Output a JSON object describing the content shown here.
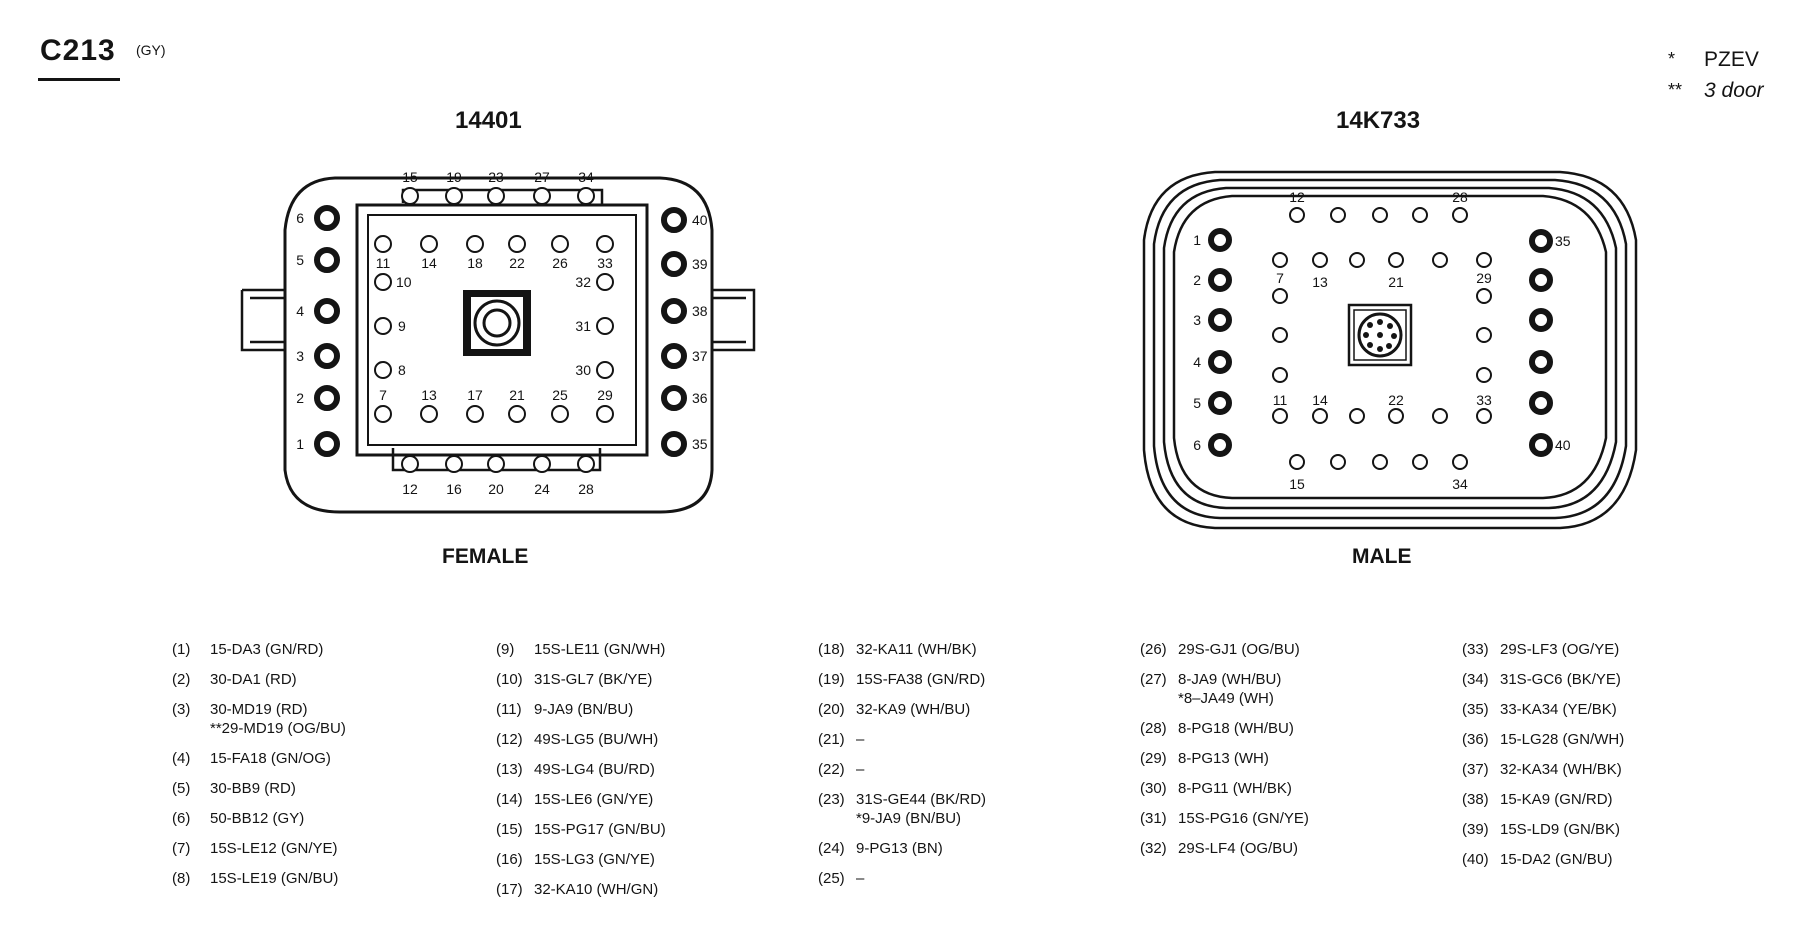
{
  "header": {
    "connector_id": "C213",
    "color_code": "(GY)"
  },
  "notes": [
    {
      "mark": "*",
      "text": "PZEV"
    },
    {
      "mark": "**",
      "text": "3 door"
    }
  ],
  "female_connector": {
    "part_number": "14401",
    "gender": "FEMALE",
    "outer_left_pins": [
      "6",
      "5",
      "4",
      "3",
      "2",
      "1"
    ],
    "outer_right_pins": [
      "40",
      "39",
      "38",
      "37",
      "36",
      "35"
    ],
    "top_pins": [
      "15",
      "19",
      "23",
      "27",
      "34"
    ],
    "bottom_pins": [
      "12",
      "16",
      "20",
      "24",
      "28"
    ],
    "inner_top_pins": [
      "11",
      "14",
      "18",
      "22",
      "26",
      "33"
    ],
    "inner_left_pins": [
      "10",
      "9",
      "8"
    ],
    "inner_right_pins": [
      "32",
      "31",
      "30"
    ],
    "inner_bottom_pins": [
      "7",
      "13",
      "17",
      "21",
      "25",
      "29"
    ]
  },
  "male_connector": {
    "part_number": "14K733",
    "gender": "MALE",
    "left_pins": [
      "1",
      "2",
      "3",
      "4",
      "5",
      "6"
    ],
    "right_top_pin": "35",
    "right_bottom_pin": "40",
    "top_labels": [
      "12",
      "28"
    ],
    "inner_top_labels": [
      "7",
      "13",
      "21",
      "29"
    ],
    "inner_bottom_labels": [
      "11",
      "14",
      "22",
      "33"
    ],
    "bottom_labels": [
      "15",
      "34"
    ]
  },
  "pinout": [
    [
      {
        "num": "(1)",
        "circuit": "15-DA3 (GN/RD)"
      },
      {
        "num": "(2)",
        "circuit": "30-DA1 (RD)"
      },
      {
        "num": "(3)",
        "circuit": "30-MD19 (RD)",
        "alt": "**29-MD19 (OG/BU)"
      },
      {
        "num": "(4)",
        "circuit": "15-FA18 (GN/OG)"
      },
      {
        "num": "(5)",
        "circuit": "30-BB9 (RD)"
      },
      {
        "num": "(6)",
        "circuit": "50-BB12 (GY)"
      },
      {
        "num": "(7)",
        "circuit": "15S-LE12 (GN/YE)"
      },
      {
        "num": "(8)",
        "circuit": "15S-LE19 (GN/BU)"
      }
    ],
    [
      {
        "num": "(9)",
        "circuit": "15S-LE11 (GN/WH)"
      },
      {
        "num": "(10)",
        "circuit": "31S-GL7 (BK/YE)"
      },
      {
        "num": "(11)",
        "circuit": "9-JA9 (BN/BU)"
      },
      {
        "num": "(12)",
        "circuit": "49S-LG5 (BU/WH)"
      },
      {
        "num": "(13)",
        "circuit": "49S-LG4 (BU/RD)"
      },
      {
        "num": "(14)",
        "circuit": "15S-LE6 (GN/YE)"
      },
      {
        "num": "(15)",
        "circuit": "15S-PG17 (GN/BU)"
      },
      {
        "num": "(16)",
        "circuit": "15S-LG3 (GN/YE)"
      },
      {
        "num": "(17)",
        "circuit": "32-KA10 (WH/GN)"
      }
    ],
    [
      {
        "num": "(18)",
        "circuit": "32-KA11 (WH/BK)"
      },
      {
        "num": "(19)",
        "circuit": "15S-FA38 (GN/RD)"
      },
      {
        "num": "(20)",
        "circuit": "32-KA9 (WH/BU)"
      },
      {
        "num": "(21)",
        "circuit": "–"
      },
      {
        "num": "(22)",
        "circuit": "–"
      },
      {
        "num": "(23)",
        "circuit": "31S-GE44 (BK/RD)",
        "alt": "*9-JA9 (BN/BU)"
      },
      {
        "num": "(24)",
        "circuit": "9-PG13 (BN)"
      },
      {
        "num": "(25)",
        "circuit": "–"
      }
    ],
    [
      {
        "num": "(26)",
        "circuit": "29S-GJ1 (OG/BU)"
      },
      {
        "num": "(27)",
        "circuit": "8-JA9 (WH/BU)",
        "alt": "*8–JA49 (WH)"
      },
      {
        "num": "(28)",
        "circuit": "8-PG18 (WH/BU)"
      },
      {
        "num": "(29)",
        "circuit": "8-PG13 (WH)"
      },
      {
        "num": "(30)",
        "circuit": "8-PG11 (WH/BK)"
      },
      {
        "num": "(31)",
        "circuit": "15S-PG16 (GN/YE)"
      },
      {
        "num": "(32)",
        "circuit": "29S-LF4 (OG/BU)"
      }
    ],
    [
      {
        "num": "(33)",
        "circuit": "29S-LF3 (OG/YE)"
      },
      {
        "num": "(34)",
        "circuit": "31S-GC6 (BK/YE)"
      },
      {
        "num": "(35)",
        "circuit": "33-KA34 (YE/BK)"
      },
      {
        "num": "(36)",
        "circuit": "15-LG28 (GN/WH)"
      },
      {
        "num": "(37)",
        "circuit": "32-KA34 (WH/BK)"
      },
      {
        "num": "(38)",
        "circuit": "15-KA9 (GN/RD)"
      },
      {
        "num": "(39)",
        "circuit": "15S-LD9 (GN/BK)"
      },
      {
        "num": "(40)",
        "circuit": "15-DA2 (GN/BU)"
      }
    ]
  ]
}
